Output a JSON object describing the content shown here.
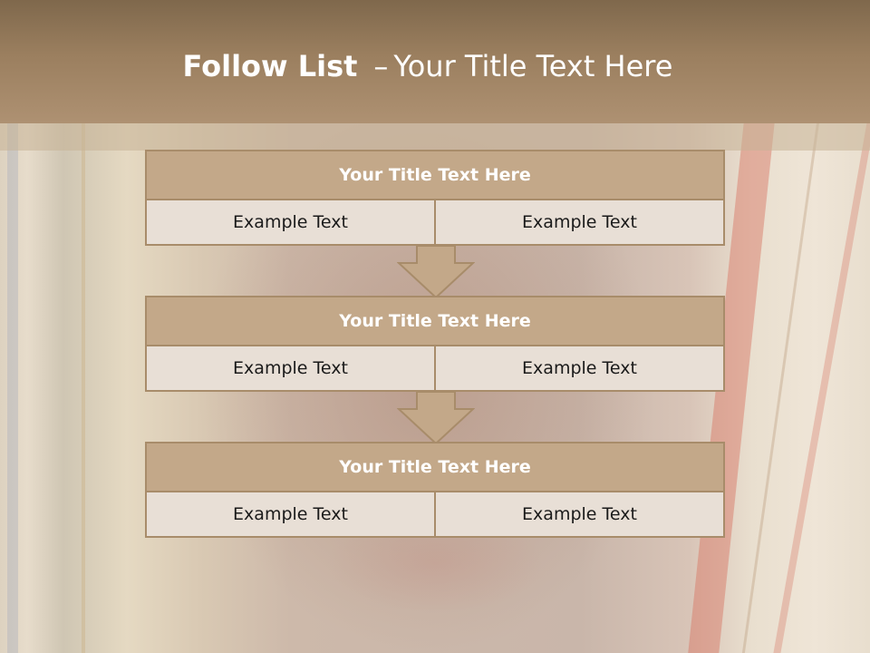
{
  "slide": {
    "title_bold": "Follow List",
    "title_dash": "–",
    "title_rest": "Your Title Text Here"
  },
  "blocks": [
    {
      "title": "Your Title Text Here",
      "left_text": "Example Text",
      "right_text": "Example Text"
    },
    {
      "title": "Your Title Text Here",
      "left_text": "Example Text",
      "right_text": "Example Text"
    },
    {
      "title": "Your Title Text Here",
      "left_text": "Example Text",
      "right_text": "Example Text"
    }
  ],
  "colors": {
    "header": "#9b7f5f",
    "block_title_fill": "#c3a889",
    "block_border": "#a88c6a",
    "block_body_fill": "#e8dfd6",
    "arrow_fill": "#c3a889"
  },
  "icons": {
    "connector": "down-arrow-icon"
  }
}
